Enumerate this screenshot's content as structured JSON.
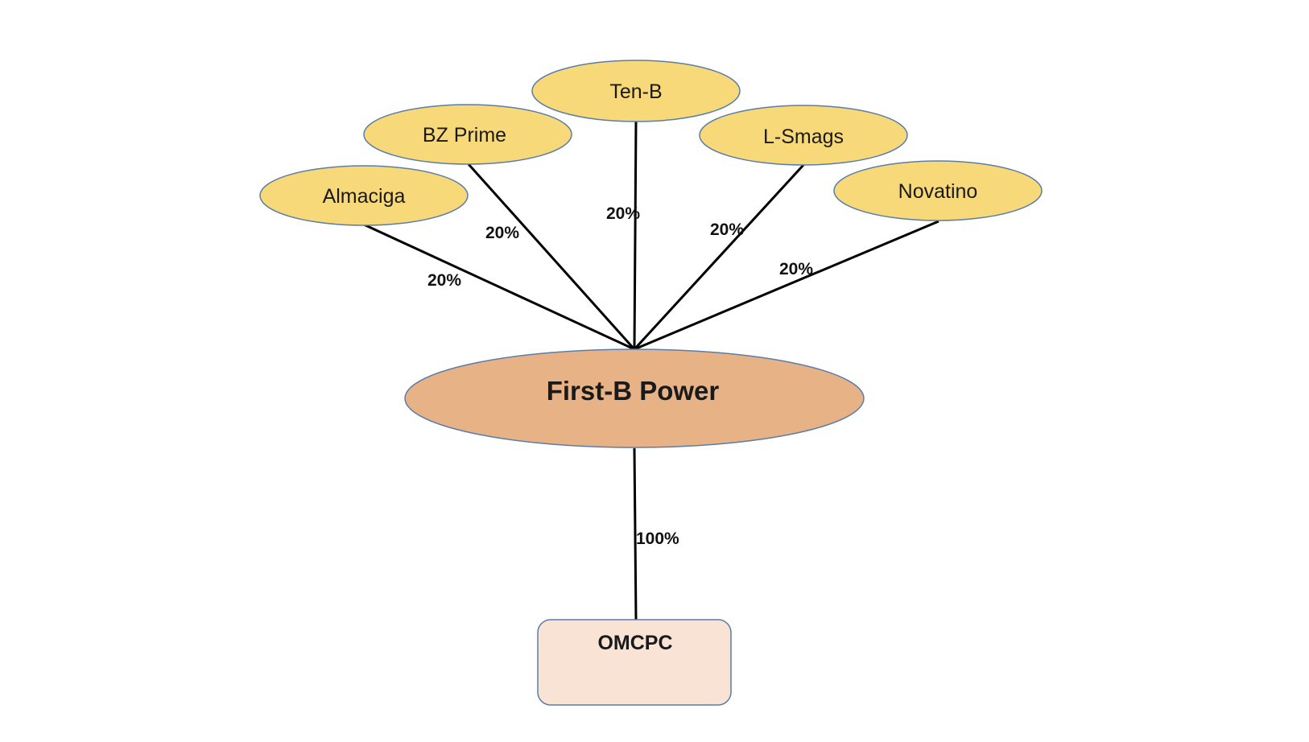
{
  "diagram": {
    "type": "ownership-structure",
    "colors": {
      "shareholder_fill": "#F8D97A",
      "shareholder_stroke": "#5A7DA8",
      "parent_fill": "#E8B287",
      "parent_stroke": "#5A7DA8",
      "subsidiary_fill": "#F8E3D5",
      "subsidiary_stroke": "#5A7DA8",
      "edge": "#000000"
    },
    "shareholders": [
      {
        "name": "Almaciga",
        "stake": "20%"
      },
      {
        "name": "BZ Prime",
        "stake": "20%"
      },
      {
        "name": "Ten-B",
        "stake": "20%"
      },
      {
        "name": "L-Smags",
        "stake": "20%"
      },
      {
        "name": "Novatino",
        "stake": "20%"
      }
    ],
    "parent": {
      "name": "First-B Power"
    },
    "subsidiary": {
      "name": "OMCPC",
      "stake": "100%"
    }
  }
}
